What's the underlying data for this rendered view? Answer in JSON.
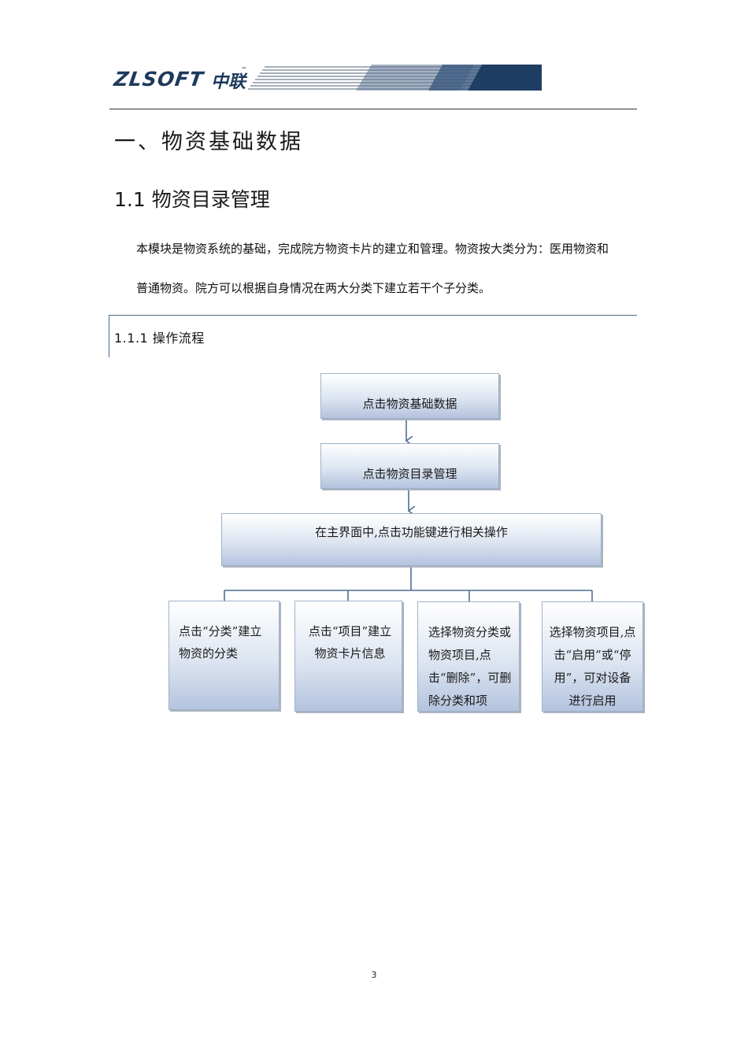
{
  "header": {
    "logo_text": "ZLSOFT",
    "logo_cn": "中联",
    "logo_tm": "™"
  },
  "chapter_title": "一、物资基础数据",
  "section_title": "1.1  物资目录管理",
  "paragraph": {
    "line1": "本模块是物资系统的基础，完成院方物资卡片的建立和管理。物资按大类分为：医用物资和",
    "line2": "普通物资。院方可以根据自身情况在两大分类下建立若干个子分类。"
  },
  "subsection_title": "1.1.1  操作流程",
  "flowchart": {
    "step1": "点击物资基础数据",
    "step2": "点击物资目录管理",
    "step3": "在主界面中,点击功能键进行相关操作",
    "leaf1": "点击“分类”建立物资的分类",
    "leaf2": "点击“项目”建立物资卡片信息",
    "leaf3": "选择物资分类或物资项目,点击“删除”，可删除分类和项",
    "leaf4": "选择物资项目,点击“启用”或“停用”，可对设备进行启用"
  },
  "colors": {
    "logo": "#1d3a5c",
    "box_border": "#9fb2c8",
    "box_gradient_bottom": "#b4c3de",
    "connector": "#4f6f8f"
  },
  "page_number": "3"
}
